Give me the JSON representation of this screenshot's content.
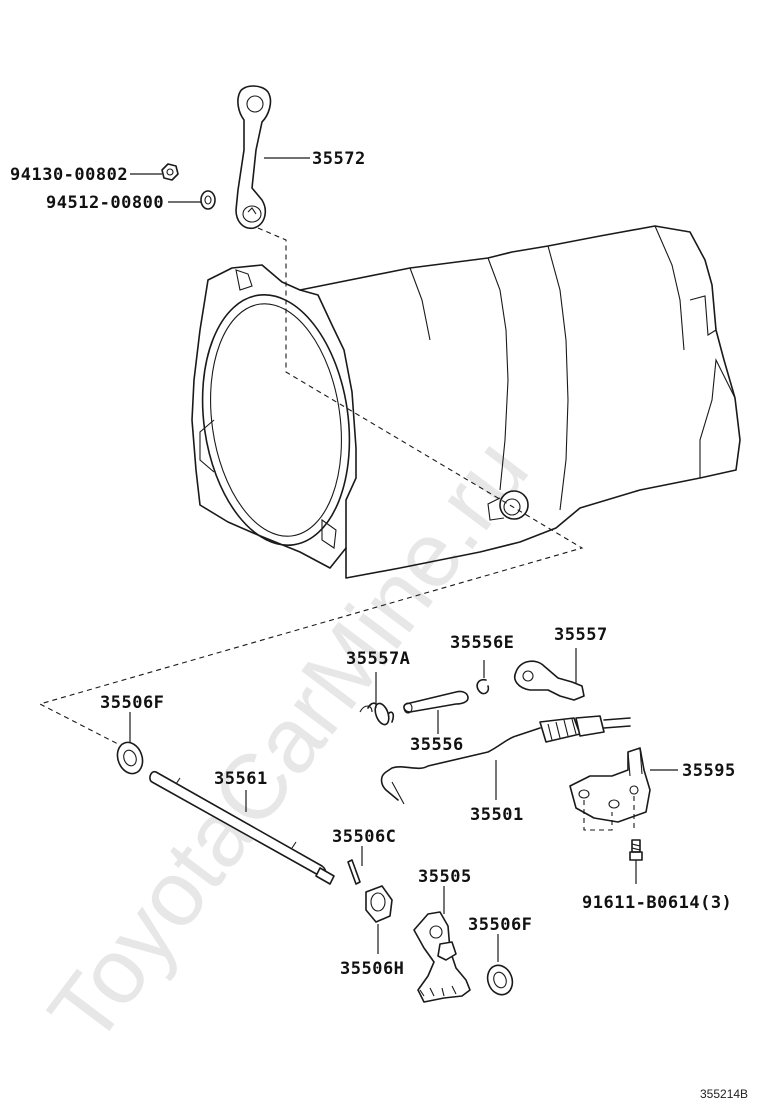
{
  "watermark": "ToyotaCarMine.ru",
  "diagram_code": "355214B",
  "labels": {
    "p94130": "94130-00802",
    "p94512": "94512-00800",
    "p35572": "35572",
    "p35557A": "35557A",
    "p35556E": "35556E",
    "p35557": "35557",
    "p35506F_top": "35506F",
    "p35556": "35556",
    "p35595": "35595",
    "p35561": "35561",
    "p35501": "35501",
    "p35506C": "35506C",
    "p35505": "35505",
    "p91611": "91611-B0614(3)",
    "p35506F_bot": "35506F",
    "p35506H": "35506H"
  }
}
